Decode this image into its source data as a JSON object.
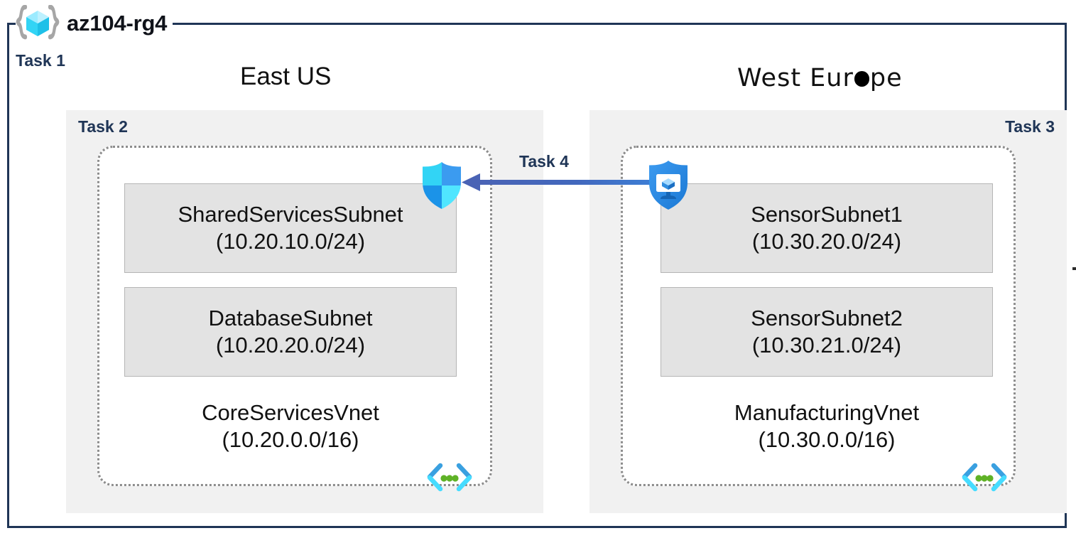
{
  "diagram": {
    "resource_group": {
      "name": "az104-rg4",
      "icon": "resource-group-cube-icon",
      "task_label": "Task 1",
      "border_color": "#1f3556"
    },
    "task_label_color": "#1f3556",
    "regions": [
      {
        "id": "east-us",
        "title": "East US",
        "task_label": "Task 2",
        "background": "#f1f1f1",
        "vnet": {
          "name": "CoreServicesVnet",
          "cidr": "(10.20.0.0/16)",
          "icon": "virtual-network-icon",
          "subnets": [
            {
              "name": "SharedServicesSubnet",
              "cidr": "(10.20.10.0/24)"
            },
            {
              "name": "DatabaseSubnet",
              "cidr": "(10.20.20.0/24)"
            }
          ]
        }
      },
      {
        "id": "west-europe",
        "title": "West Europe",
        "task_label": "Task 3",
        "background": "#f1f1f1",
        "vnet": {
          "name": "ManufacturingVnet",
          "cidr": "(10.30.0.0/16)",
          "icon": "virtual-network-icon",
          "subnets": [
            {
              "name": "SensorSubnet1",
              "cidr": "(10.30.20.0/24)"
            },
            {
              "name": "SensorSubnet2",
              "cidr": "(10.30.21.0/24)"
            }
          ]
        }
      }
    ],
    "connection": {
      "task_label": "Task 4",
      "direction": "right-to-left",
      "arrow_color_start": "#4a63b5",
      "arrow_color_end": "#3d7fd6",
      "source_icon": "bastion-shield-icon",
      "target_icon": "firewall-shield-icon"
    },
    "icon_colors": {
      "cyan": "#32d4f5",
      "light_cyan": "#50e6ff",
      "blue": "#1b93e8",
      "mid_blue": "#3b9bf0",
      "green": "#5fb226",
      "brace_gray": "#a6a6a6"
    }
  }
}
